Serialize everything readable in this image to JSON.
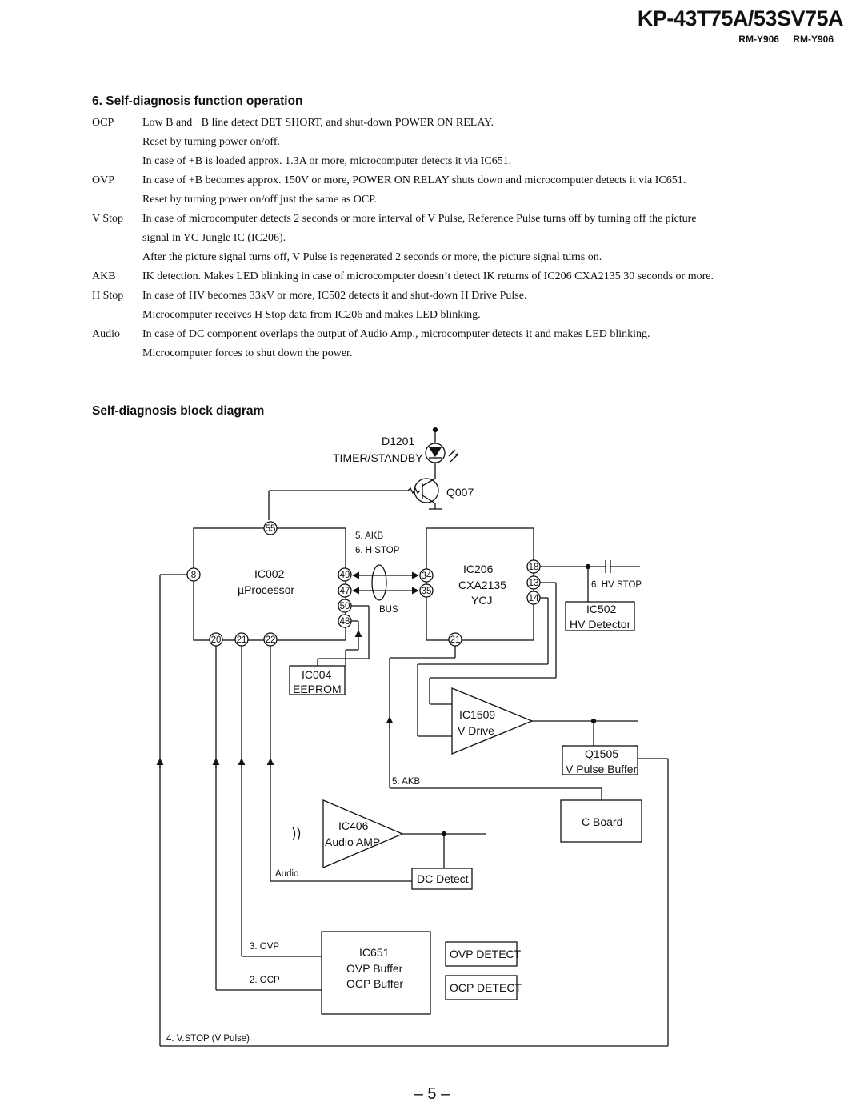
{
  "header": {
    "model": "KP-43T75A/53SV75A",
    "remote1": "RM-Y906",
    "remote2": "RM-Y906"
  },
  "section1": {
    "title": "6. Self-diagnosis function operation",
    "items": [
      {
        "label": "OCP",
        "lines": [
          "Low B and +B line detect DET SHORT, and shut-down POWER ON RELAY.",
          "Reset by turning power on/off.",
          "In case of +B is loaded approx. 1.3A or more, microcomputer detects it via IC651."
        ]
      },
      {
        "label": "OVP",
        "lines": [
          "In case of +B becomes approx. 150V or more, POWER ON RELAY shuts down and microcomputer detects it via IC651.",
          "Reset by turning power on/off just the same as OCP."
        ]
      },
      {
        "label": "V Stop",
        "lines": [
          "In case of microcomputer detects 2 seconds or more interval of V Pulse, Reference Pulse turns off by turning off the picture",
          "signal in YC Jungle IC (IC206).",
          "After the picture signal turns off, V Pulse is regenerated 2 seconds or more, the picture signal turns on."
        ]
      },
      {
        "label": "AKB",
        "lines": [
          "IK detection.  Makes LED blinking in case of microcomputer doesn’t detect IK returns of IC206 CXA2135 30 seconds or more."
        ]
      },
      {
        "label": "H Stop",
        "lines": [
          "In case of HV becomes 33kV or more, IC502 detects it and shut-down H Drive Pulse.",
          "Microcomputer receives H Stop data from IC206 and makes LED blinking."
        ]
      },
      {
        "label": "Audio",
        "lines": [
          "In case of DC component overlaps the output of Audio Amp., microcomputer detects it and makes LED blinking.",
          "Microcomputer forces to shut down the power."
        ]
      }
    ]
  },
  "section2": {
    "title": "Self-diagnosis block diagram"
  },
  "diagram": {
    "d1201": "D1201",
    "timer_standby": "TIMER/STANDBY",
    "q007": "Q007",
    "ic002": "IC002",
    "ic002_desc": "µProcessor",
    "ic206": "IC206",
    "ic206_part": "CXA2135",
    "ic206_desc": "YCJ",
    "ic004": "IC004",
    "ic004_desc": "EEPROM",
    "ic502": "IC502",
    "ic502_desc": "HV Detector",
    "ic1509": "IC1509",
    "ic1509_desc": "V Drive",
    "q1505": "Q1505",
    "q1505_desc": "V Pulse Buffer",
    "c_board": "C Board",
    "ic406": "IC406",
    "ic406_desc": "Audio AMP",
    "dc_detect": "DC Detect",
    "ic651": "IC651",
    "ic651_l1": "OVP Buffer",
    "ic651_l2": "OCP Buffer",
    "ovp_detect": "OVP DETECT",
    "ocp_detect": "OCP DETECT",
    "sig_akb_top": "5. AKB",
    "sig_hstop": "6. H STOP",
    "sig_bus": "BUS",
    "sig_hvstop": "6. HV STOP",
    "sig_akb_low": "5. AKB",
    "sig_audio": "Audio",
    "sig_ovp": "3. OVP",
    "sig_ocp": "2. OCP",
    "sig_vstop": "4. V.STOP (V Pulse)",
    "pins": {
      "p55": "55",
      "p8": "8",
      "p49": "49",
      "p47": "47",
      "p50": "50",
      "p48": "48",
      "p20": "20",
      "p21a": "21",
      "p22": "22",
      "p34": "34",
      "p35": "35",
      "p18": "18",
      "p13": "13",
      "p14": "14",
      "p21b": "21"
    }
  },
  "footer": {
    "page": "– 5 –"
  }
}
